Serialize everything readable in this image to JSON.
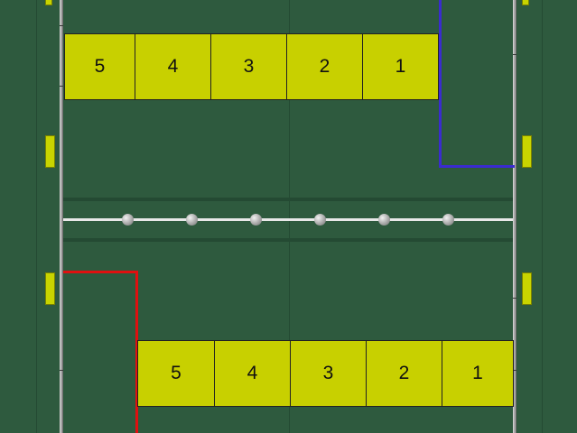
{
  "top_blocks": [
    "5",
    "4",
    "3",
    "2",
    "1"
  ],
  "bottom_blocks": [
    "5",
    "4",
    "3",
    "2",
    "1"
  ],
  "colors": {
    "background": "#2e5a3e",
    "block": "#c8d000",
    "marker": "#c8d400",
    "top_path": "#3a2bd0",
    "bottom_path": "#e01010"
  }
}
